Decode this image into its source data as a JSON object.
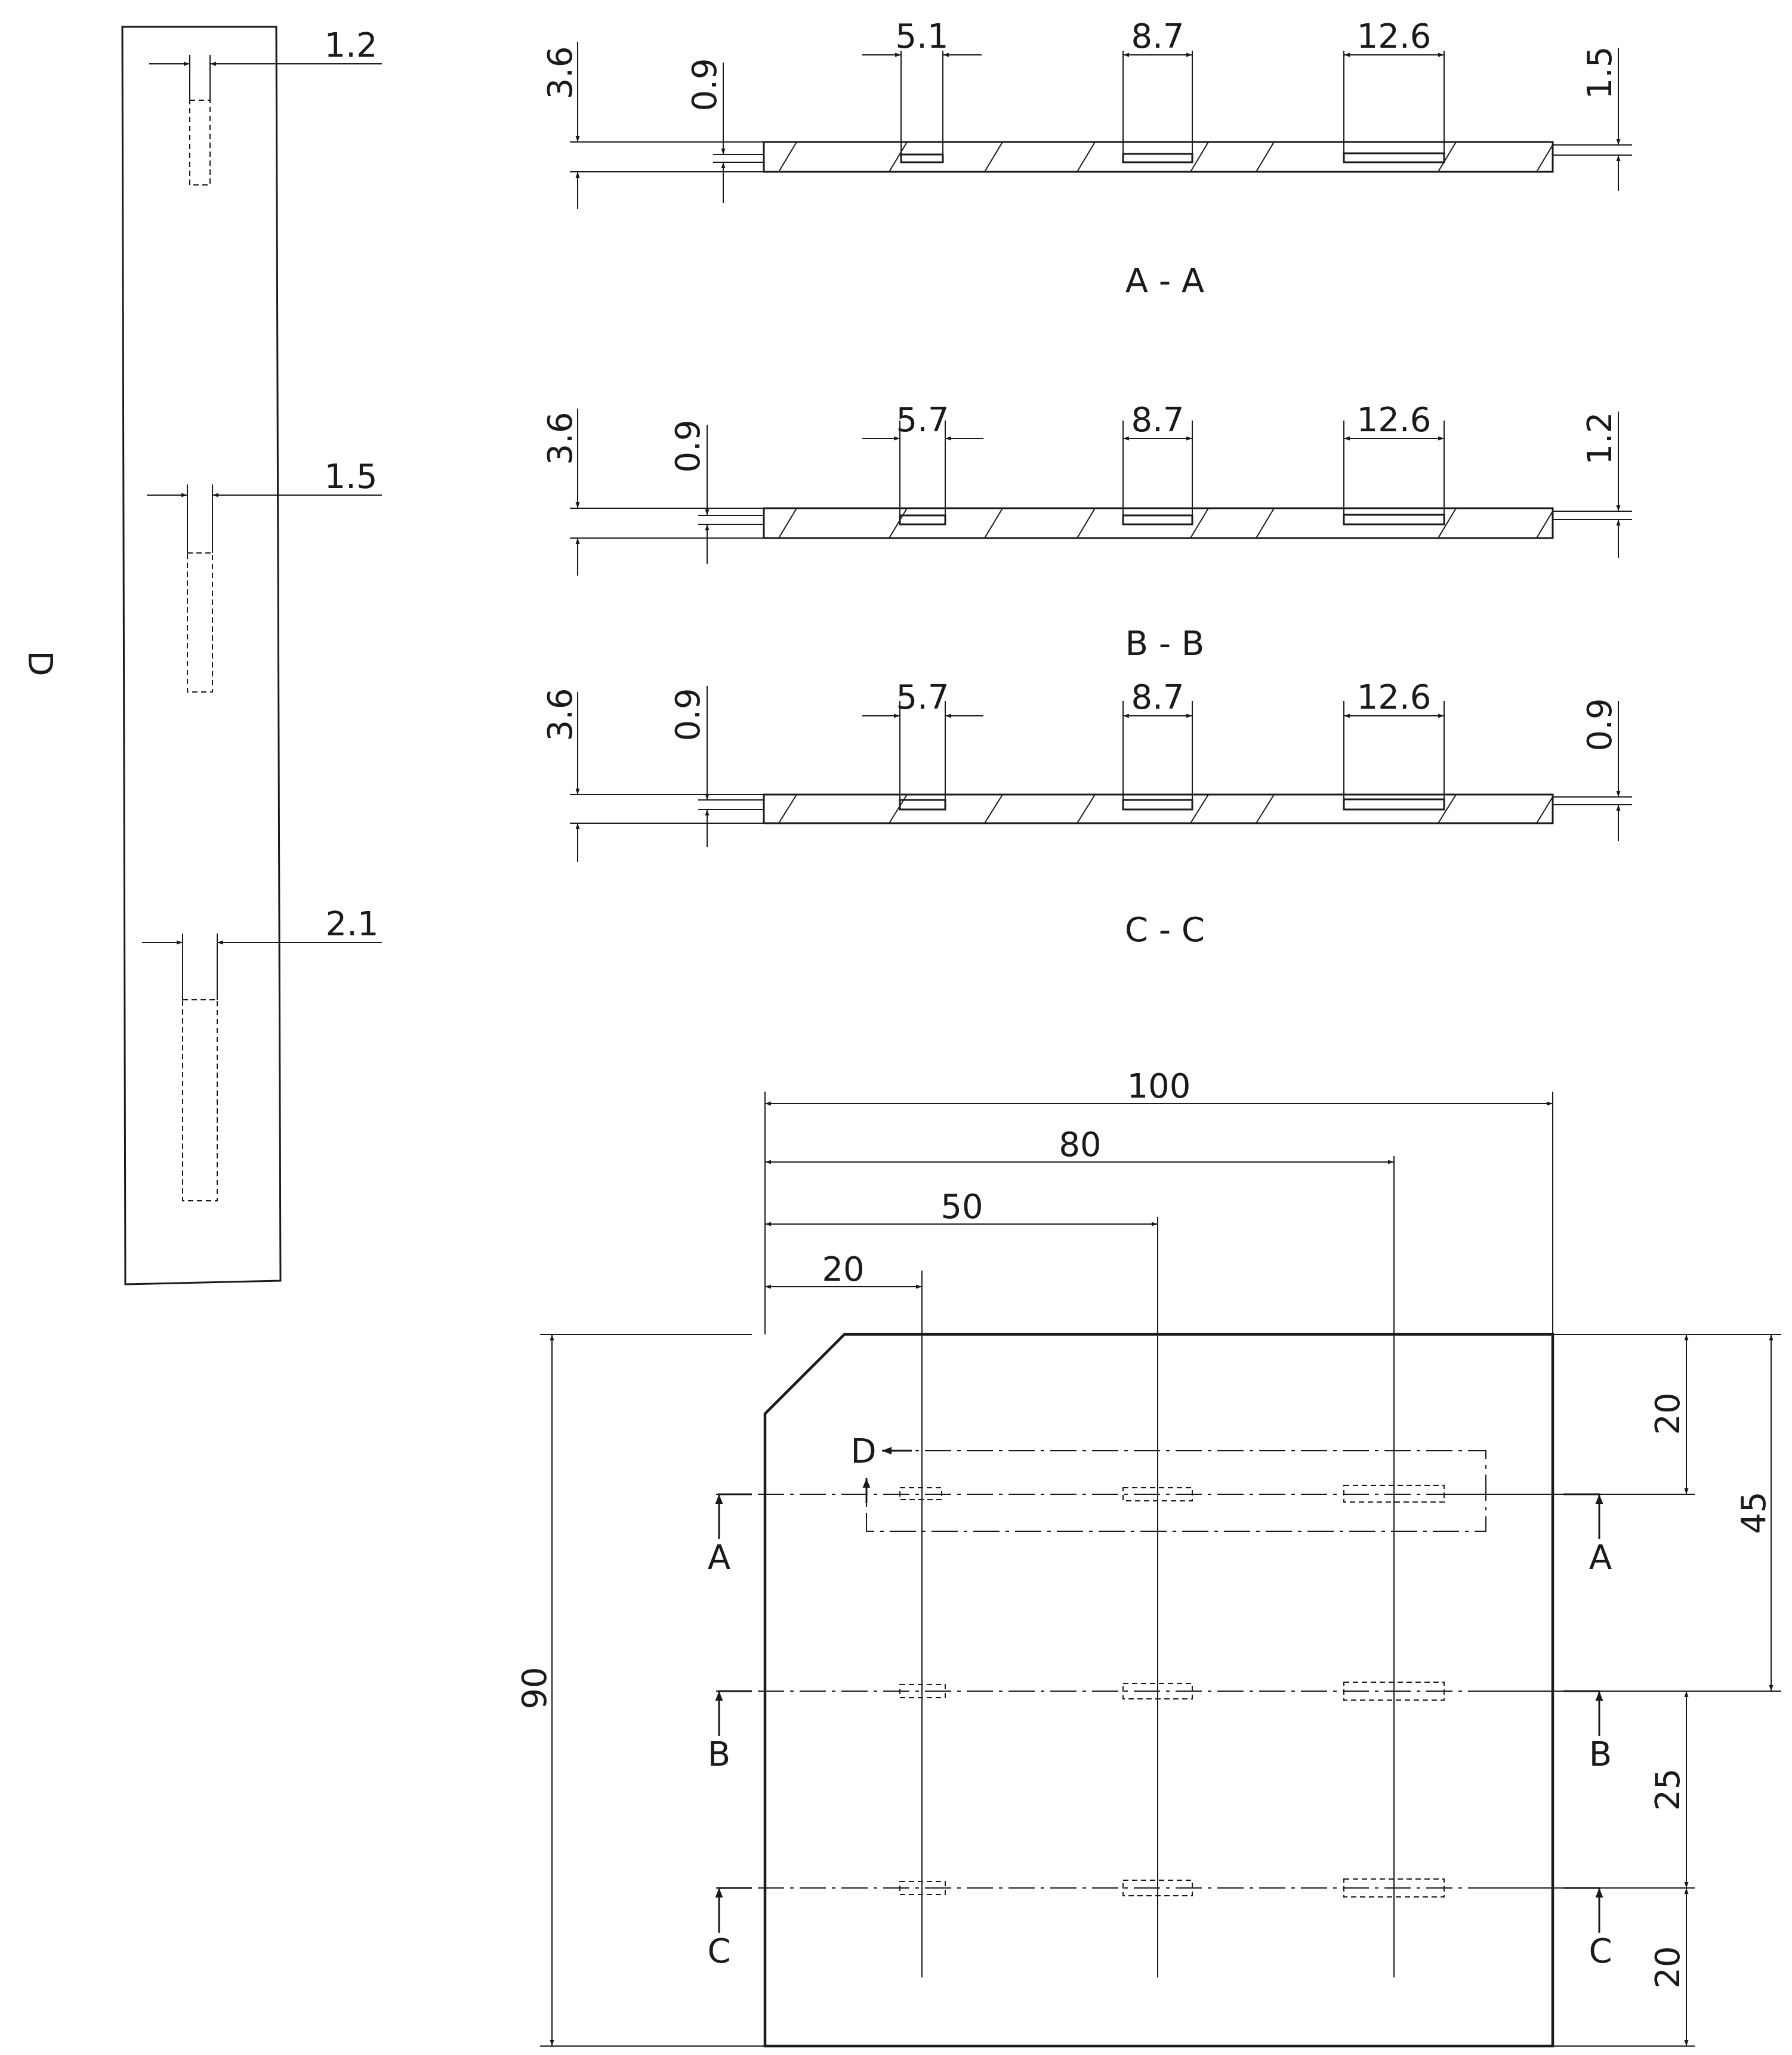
{
  "colors": {
    "line": "#1a1a1a",
    "background": "#ffffff"
  },
  "view_d": {
    "title": "D",
    "slot_widths": [
      "1.2",
      "1.5",
      "2.1"
    ]
  },
  "section_aa": {
    "title": "A - A",
    "height": "3.6",
    "depth": "0.9",
    "right_dim": "1.5",
    "slot_lengths": [
      "5.1",
      "8.7",
      "12.6"
    ]
  },
  "section_bb": {
    "title": "B - B",
    "height": "3.6",
    "depth": "0.9",
    "right_dim": "1.2",
    "slot_lengths": [
      "5.7",
      "8.7",
      "12.6"
    ]
  },
  "section_cc": {
    "title": "C - C",
    "height": "3.6",
    "depth": "0.9",
    "right_dim": "0.9",
    "slot_lengths": [
      "5.7",
      "8.7",
      "12.6"
    ]
  },
  "plan_view": {
    "width_dims": [
      "100",
      "80",
      "50",
      "20"
    ],
    "height_dim": "90",
    "right_dims": [
      "20",
      "45",
      "25",
      "20"
    ],
    "section_markers": {
      "a": "A",
      "b": "B",
      "c": "C",
      "d": "D"
    }
  }
}
